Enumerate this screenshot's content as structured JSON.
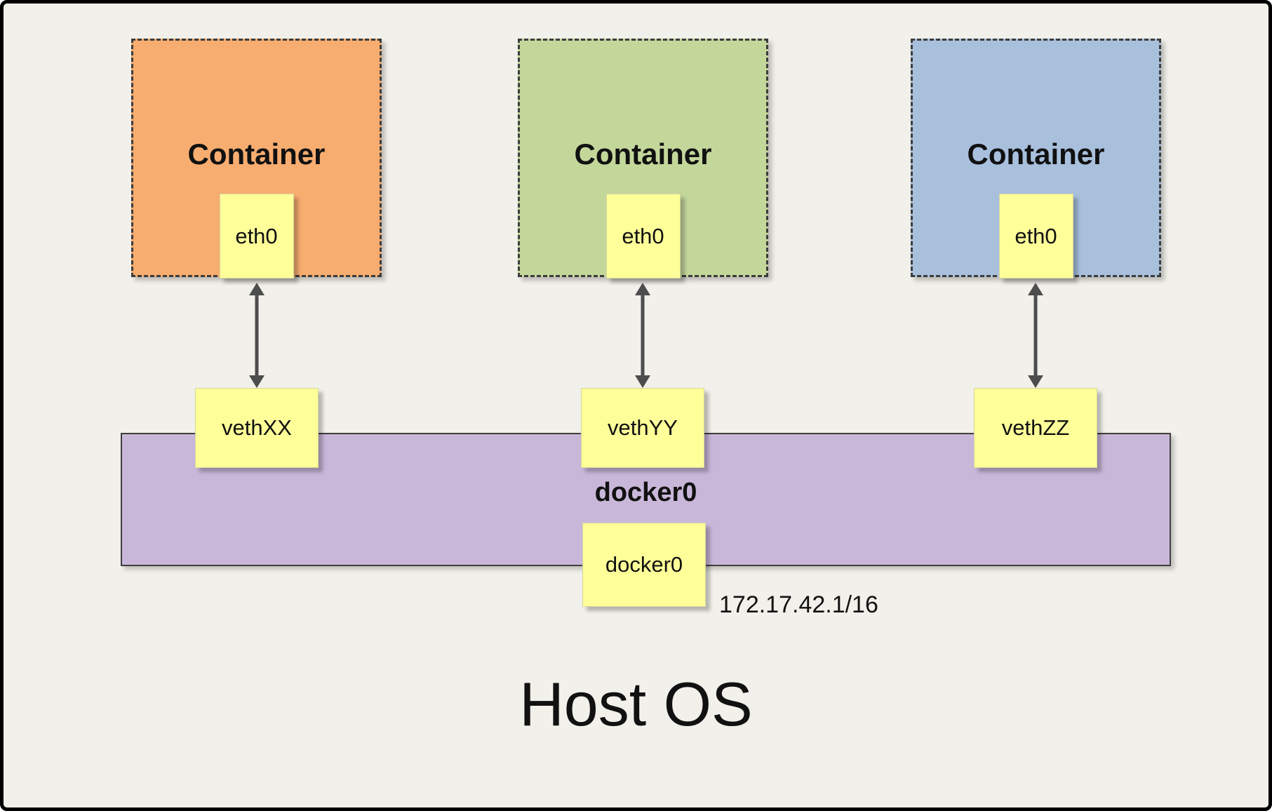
{
  "host": {
    "label": "Host OS"
  },
  "bridge": {
    "title": "docker0",
    "interface_label": "docker0",
    "ip": "172.17.42.1/16",
    "fill": "#c9b7d9"
  },
  "containers": [
    {
      "label": "Container",
      "interface": "eth0",
      "veth": "vethXX",
      "fill": "#f8ad70"
    },
    {
      "label": "Container",
      "interface": "eth0",
      "veth": "vethYY",
      "fill": "#c4d79b"
    },
    {
      "label": "Container",
      "interface": "eth0",
      "veth": "vethZZ",
      "fill": "#a9c0dd"
    }
  ],
  "colors": {
    "background": "#f2f0ea",
    "interface_box": "#ffff99",
    "arrow": "#4d4d4d"
  }
}
